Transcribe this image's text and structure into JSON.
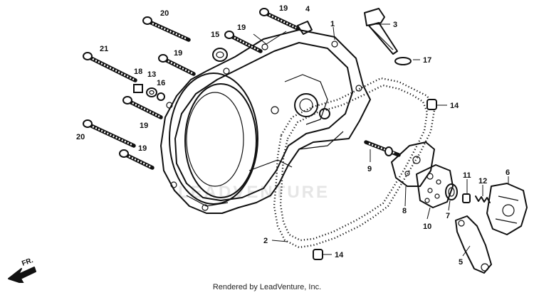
{
  "credit": "Rendered by LeadVenture, Inc.",
  "watermark": "LEADVENTURE",
  "direction_label": "FR.",
  "callouts": [
    {
      "id": "c1",
      "text": "1"
    },
    {
      "id": "c2",
      "text": "2"
    },
    {
      "id": "c3",
      "text": "3"
    },
    {
      "id": "c4",
      "text": "4"
    },
    {
      "id": "c5",
      "text": "5"
    },
    {
      "id": "c6",
      "text": "6"
    },
    {
      "id": "c7",
      "text": "7"
    },
    {
      "id": "c8",
      "text": "8"
    },
    {
      "id": "c9",
      "text": "9"
    },
    {
      "id": "c10",
      "text": "10"
    },
    {
      "id": "c11",
      "text": "11"
    },
    {
      "id": "c12",
      "text": "12"
    },
    {
      "id": "c13",
      "text": "13"
    },
    {
      "id": "c14a",
      "text": "14"
    },
    {
      "id": "c14b",
      "text": "14"
    },
    {
      "id": "c15",
      "text": "15"
    },
    {
      "id": "c16",
      "text": "16"
    },
    {
      "id": "c17",
      "text": "17"
    },
    {
      "id": "c18",
      "text": "18"
    },
    {
      "id": "c19a",
      "text": "19"
    },
    {
      "id": "c19b",
      "text": "19"
    },
    {
      "id": "c19c",
      "text": "19"
    },
    {
      "id": "c19d",
      "text": "19"
    },
    {
      "id": "c19e",
      "text": "19"
    },
    {
      "id": "c20a",
      "text": "20"
    },
    {
      "id": "c20b",
      "text": "20"
    },
    {
      "id": "c21",
      "text": "21"
    }
  ]
}
